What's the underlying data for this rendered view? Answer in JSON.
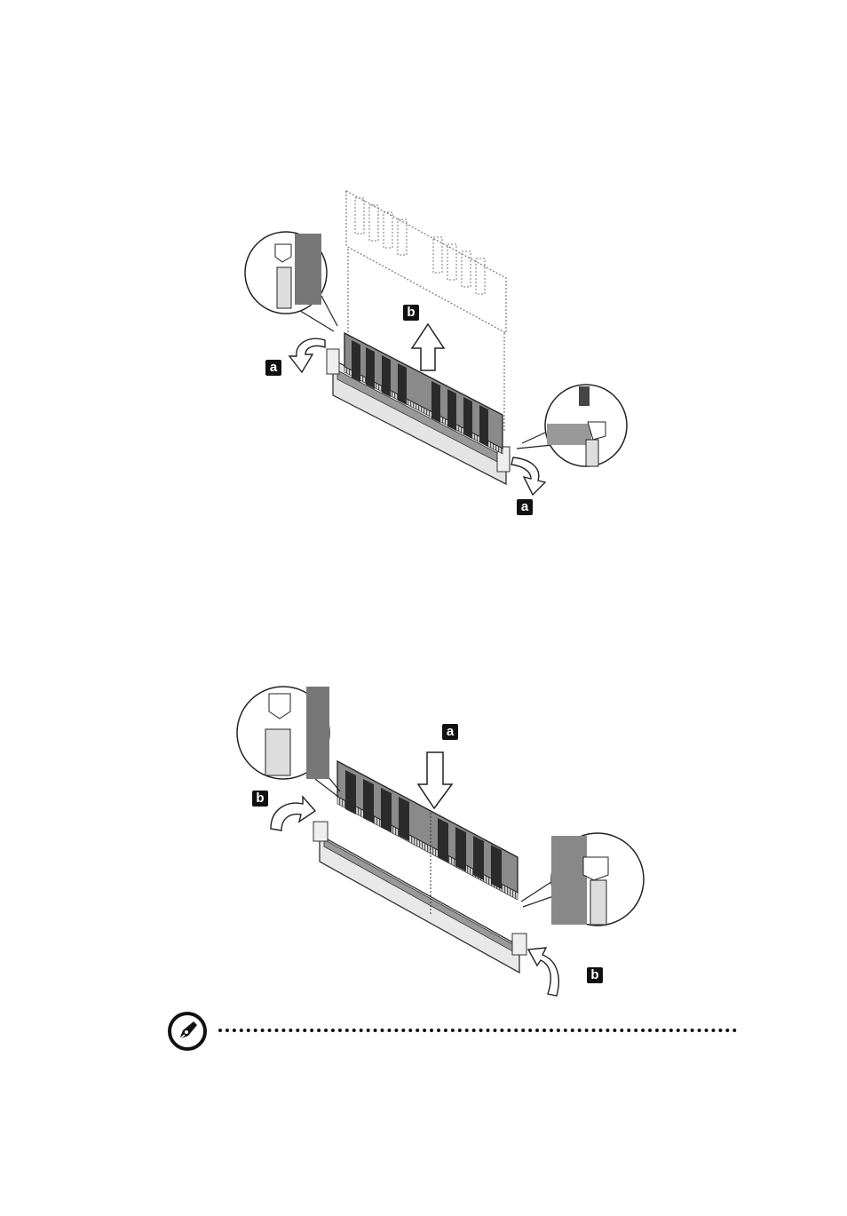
{
  "figure_removal": {
    "callouts": {
      "a_left": "a",
      "b_up": "b",
      "a_right": "a"
    }
  },
  "figure_install": {
    "callouts": {
      "a_down": "a",
      "b_left": "b",
      "b_right": "b"
    }
  },
  "note": {
    "icon": "note-pen-icon",
    "rule": "dotted-separator"
  }
}
